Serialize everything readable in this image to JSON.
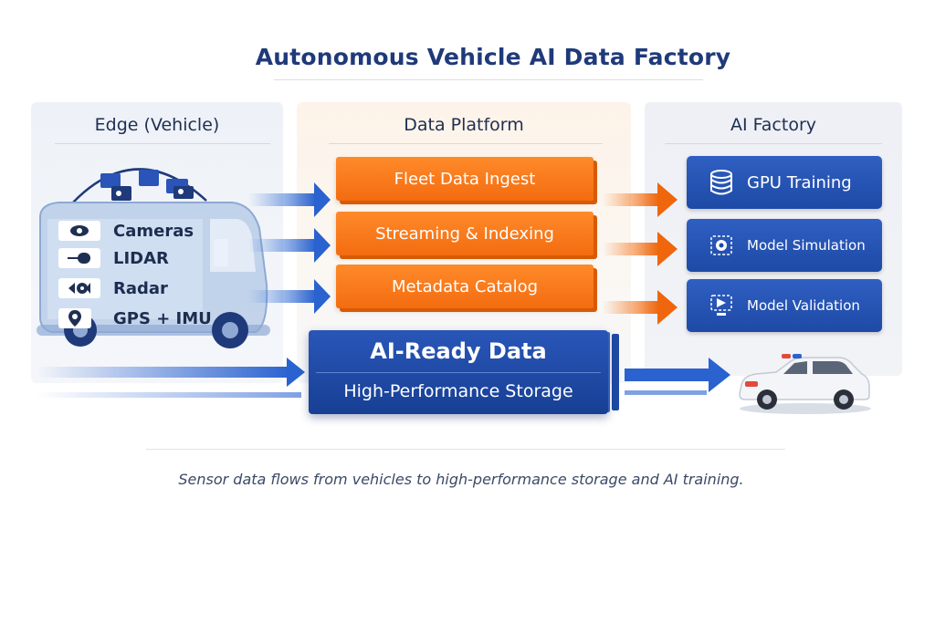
{
  "title": "Autonomous Vehicle AI Data Factory",
  "edge": {
    "title": "Edge (Vehicle)",
    "sensors": [
      {
        "label": "Cameras",
        "icon": "camera-icon"
      },
      {
        "label": "LIDAR",
        "icon": "lidar-icon"
      },
      {
        "label": "Radar",
        "icon": "radar-icon"
      },
      {
        "label": "GPS + IMU",
        "icon": "gps-pin-icon"
      }
    ]
  },
  "platform": {
    "title": "Data Platform",
    "steps": [
      {
        "label": "Fleet Data Ingest"
      },
      {
        "label": "Streaming & Indexing"
      },
      {
        "label": "Metadata Catalog"
      }
    ]
  },
  "factory": {
    "title": "AI Factory",
    "items": [
      {
        "label": "GPU Training",
        "icon": "database-icon"
      },
      {
        "label": "Model Simulation",
        "icon": "simulation-icon"
      },
      {
        "label": "Model Validation",
        "icon": "validation-icon"
      }
    ]
  },
  "storage": {
    "title": "AI-Ready Data",
    "subtitle": "High-Performance Storage"
  },
  "caption": "Sensor data flows from vehicles to high-performance storage and AI training.",
  "colors": {
    "orange": "#f36c10",
    "blue": "#1e4aa6",
    "navy": "#1f3a7a"
  }
}
